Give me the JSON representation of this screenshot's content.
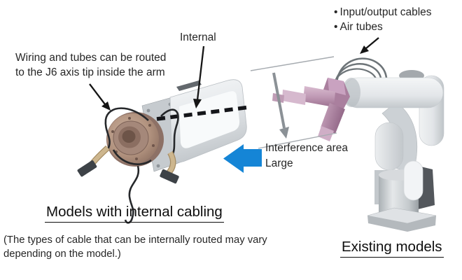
{
  "figure": {
    "left": {
      "callout_wiring_line1": "Wiring and tubes can be routed",
      "callout_wiring_line2": "to the J6 axis tip inside the arm",
      "callout_internal": "Internal",
      "caption": "Models with internal cabling",
      "note_line1": "(The types of cable that can be internally routed may vary",
      "note_line2": "depending on the model.)"
    },
    "right": {
      "bullet_item1": "• Input/output cables",
      "bullet_item2": "• Air tubes",
      "interference_line1": "Interference area",
      "interference_line2": "Large",
      "caption": "Existing models"
    },
    "comparison_arrow_direction": "left"
  },
  "icons": {
    "comparison_arrow": "fat-left-arrow",
    "interference_indicator": "down-measure-arrow"
  },
  "colors": {
    "accent_blue": "#1585d6",
    "text": "#262626",
    "heading_text": "#0e0e0e",
    "flange_bronze": "#a98c7d",
    "wrist_mauve": "#b48cab",
    "robot_gray": "#d9dde0",
    "cable_tan": "#cdb68e",
    "wire_black": "#26282b",
    "measure_gray": "#8b9196"
  }
}
